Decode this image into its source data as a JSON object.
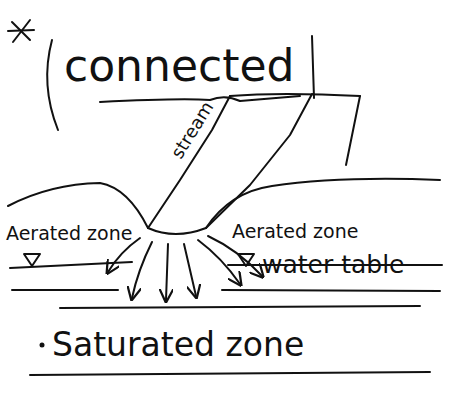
{
  "diagram": {
    "title": "connected",
    "labels": [
      "stream",
      "Aerated zone",
      "Aerated zone",
      "water table",
      "Saturated zone"
    ]
  }
}
